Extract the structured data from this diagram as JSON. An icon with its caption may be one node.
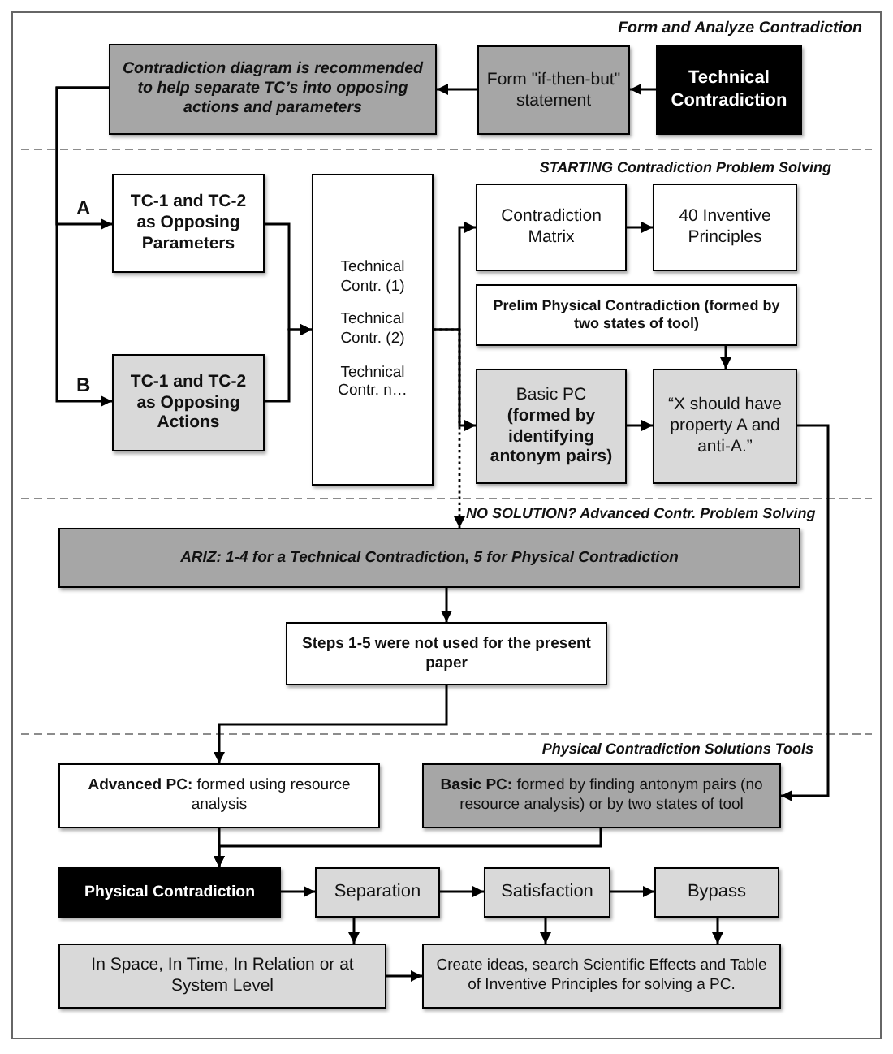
{
  "diagram": {
    "nodes": [
      {
        "text": [
          "Contradiction diagram is recommended to help separate TC’s into opposing actions and parameters"
        ]
      },
      {
        "text": [
          "Form \"if-then-but\" statement"
        ]
      },
      {
        "text": [
          "Technical Contradiction"
        ]
      },
      {
        "text": [
          "TC-1 and TC-2 as Opposing Parameters"
        ]
      },
      {
        "text": [
          "Technical Contr. (1)",
          "Technical Contr. (2)",
          "Technical Contr. n…"
        ]
      },
      {
        "text": [
          "Contradiction Matrix"
        ]
      },
      {
        "text": [
          "40 Inventive Principles"
        ]
      },
      {
        "text": [
          "Prelim Physical Contradiction (formed by two states of tool)"
        ]
      },
      {
        "text": [
          "TC-1 and TC-2 as Opposing Actions"
        ]
      },
      {
        "text": [
          "Basic PC **(formed by identifying antonym pairs)**"
        ]
      },
      {
        "text": [
          "“X should have property A and anti-A.”"
        ]
      },
      {
        "text": [
          "ARIZ: 1-4 for a Technical Contradiction, 5 for Physical Contradiction"
        ]
      },
      {
        "text": [
          "Steps 1-5 were not used for the present paper"
        ]
      },
      {
        "text": [
          "**Advanced PC:** formed using resource analysis"
        ]
      },
      {
        "text": [
          "**Basic PC:** formed by finding antonym pairs (no resource analysis) or by two states of tool"
        ]
      },
      {
        "text": [
          "Physical Contradiction"
        ]
      },
      {
        "text": [
          "Separation"
        ]
      },
      {
        "text": [
          "Satisfaction"
        ]
      },
      {
        "text": [
          "Bypass"
        ]
      },
      {
        "text": [
          "In Space, In Time, In Relation or at System Level"
        ]
      },
      {
        "text": [
          "Create ideas, search Scientific Effects and Table of Inventive Principles for solving a PC."
        ]
      }
    ],
    "edges": [
      {
        "from": 2,
        "to": 1,
        "arrow": "to"
      },
      {
        "from": 1,
        "to": 0,
        "arrow": "to"
      },
      {
        "from": 0,
        "to": 3,
        "arrow": "to",
        "label": "A"
      },
      {
        "from": 0,
        "to": 8,
        "arrow": "to",
        "label": "B"
      },
      {
        "from": 3,
        "to": 4,
        "arrow": "to"
      },
      {
        "from": 8,
        "to": 4,
        "arrow": "to"
      },
      {
        "from": 4,
        "to": 5,
        "arrow": "to"
      },
      {
        "from": 4,
        "to": 9,
        "arrow": "to"
      },
      {
        "from": 5,
        "to": 6,
        "arrow": "to"
      },
      {
        "from": 7,
        "to": 10,
        "arrow": "to"
      },
      {
        "from": 9,
        "to": 10,
        "arrow": "to"
      },
      {
        "from": 4,
        "to": 11,
        "arrow": "to",
        "style": "dashed"
      },
      {
        "from": 10,
        "to": 14,
        "arrow": "to"
      },
      {
        "from": 11,
        "to": 12,
        "arrow": "to"
      },
      {
        "from": 12,
        "to": 13,
        "arrow": "to"
      },
      {
        "from": 13,
        "to": 15,
        "arrow": "to"
      },
      {
        "from": 14,
        "to": 15,
        "arrow": "to"
      },
      {
        "from": 15,
        "to": 16,
        "arrow": "to"
      },
      {
        "from": 16,
        "to": 17,
        "arrow": "to"
      },
      {
        "from": 17,
        "to": 18,
        "arrow": "to"
      },
      {
        "from": 16,
        "to": 19,
        "arrow": "to"
      },
      {
        "from": 17,
        "to": 20,
        "arrow": "to"
      },
      {
        "from": 18,
        "to": 20,
        "arrow": "to"
      },
      {
        "from": 19,
        "to": 20,
        "arrow": "to"
      }
    ],
    "labels": [
      "Form and Analyze Contradiction",
      "STARTING Contradiction Problem Solving",
      "NO SOLUTION? Advanced Contr. Problem Solving",
      "Physical Contradiction Solutions Tools"
    ]
  }
}
